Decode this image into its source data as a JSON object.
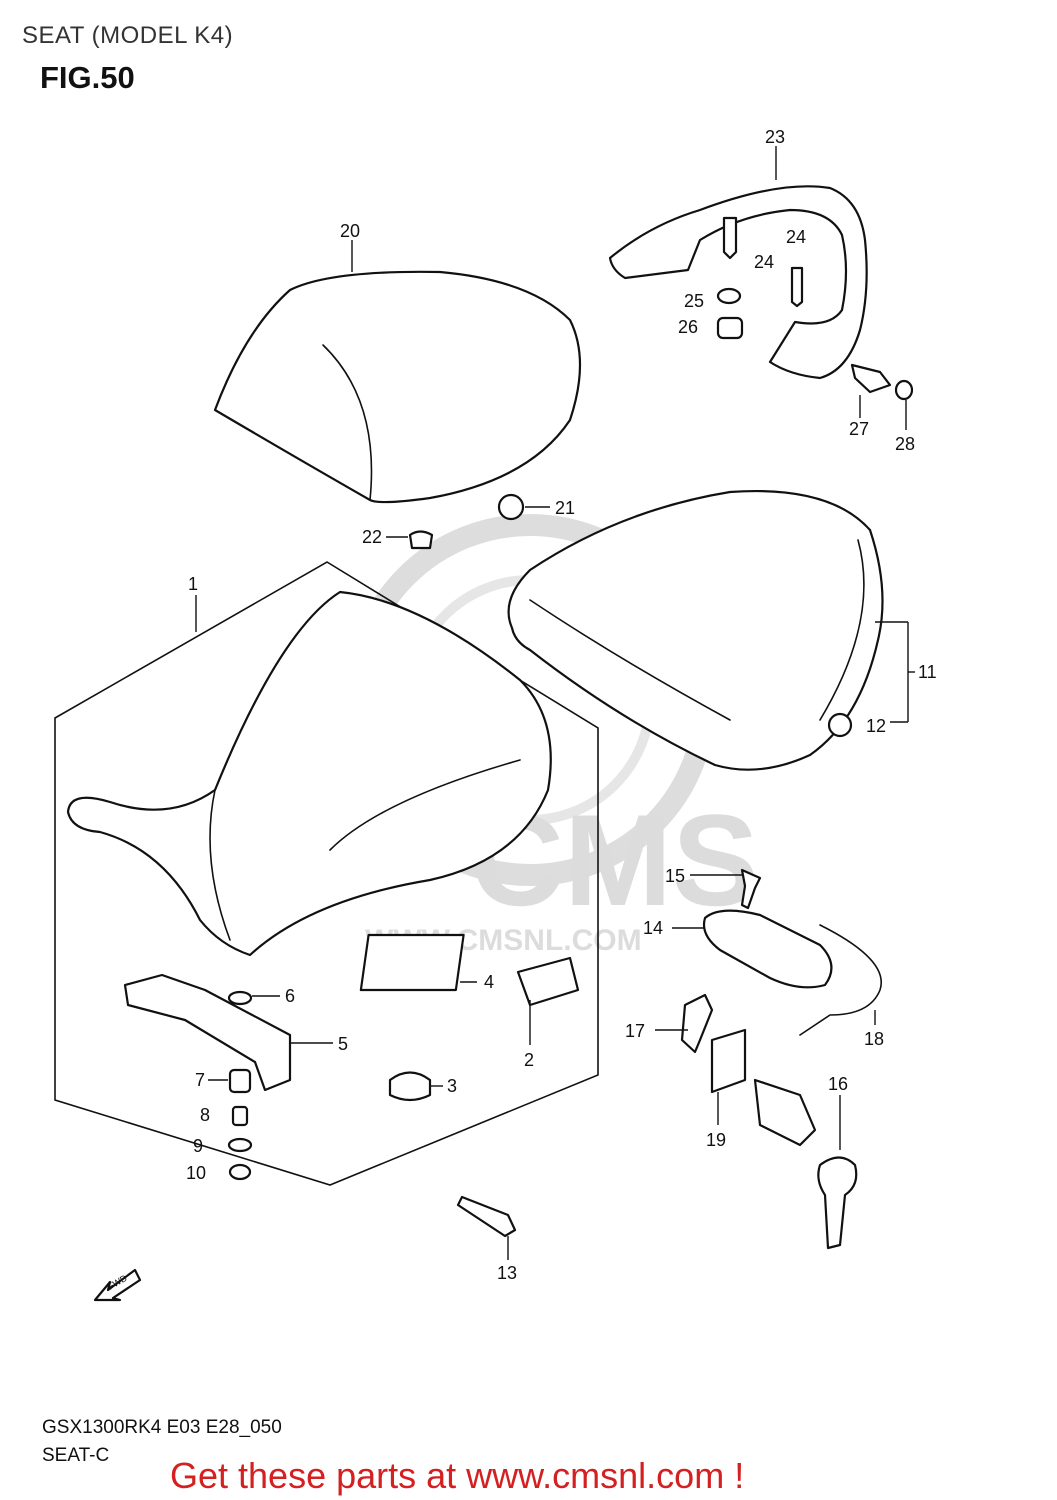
{
  "header": {
    "title": "SEAT (MODEL K4)",
    "figure": "FIG.50"
  },
  "watermark": {
    "brand": "CMS",
    "url": "WWW.CMSNL.COM"
  },
  "fwd_label": "FWD",
  "callouts": {
    "p1": "1",
    "p2": "2",
    "p3": "3",
    "p4": "4",
    "p5": "5",
    "p6": "6",
    "p7": "7",
    "p8": "8",
    "p9": "9",
    "p10": "10",
    "p11": "11",
    "p12": "12",
    "p13": "13",
    "p14": "14",
    "p15": "15",
    "p16": "16",
    "p17": "17",
    "p18": "18",
    "p19": "19",
    "p20": "20",
    "p21": "21",
    "p22": "22",
    "p23": "23",
    "p24a": "24",
    "p24b": "24",
    "p25": "25",
    "p26": "26",
    "p27": "27",
    "p28": "28"
  },
  "footer": {
    "code": "GSX1300RK4 E03 E28_050",
    "sub": "SEAT-C",
    "cta": "Get these parts at www.cmsnl.com !",
    "cta_color": "#d42020"
  }
}
